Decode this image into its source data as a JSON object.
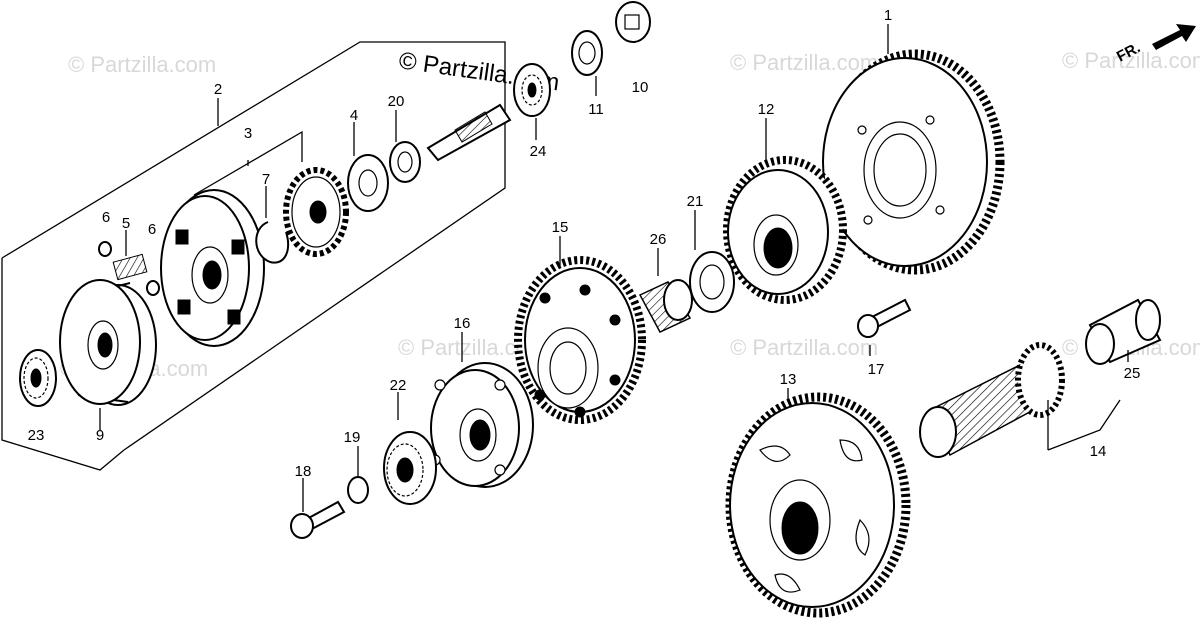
{
  "watermark": {
    "main": "© Partzilla.com",
    "faint": "© Partzilla.com"
  },
  "direction_label": "FR.",
  "callouts": {
    "c1": "1",
    "c2": "2",
    "c3": "3",
    "c4": "4",
    "c5": "5",
    "c6a": "6",
    "c6b": "6",
    "c7": "7",
    "c9": "9",
    "c10": "10",
    "c11": "11",
    "c12": "12",
    "c13": "13",
    "c14": "14",
    "c15": "15",
    "c16": "16",
    "c17": "17",
    "c18": "18",
    "c19": "19",
    "c20": "20",
    "c21": "21",
    "c22": "22",
    "c23": "23",
    "c24": "24",
    "c25": "25",
    "c26": "26"
  }
}
